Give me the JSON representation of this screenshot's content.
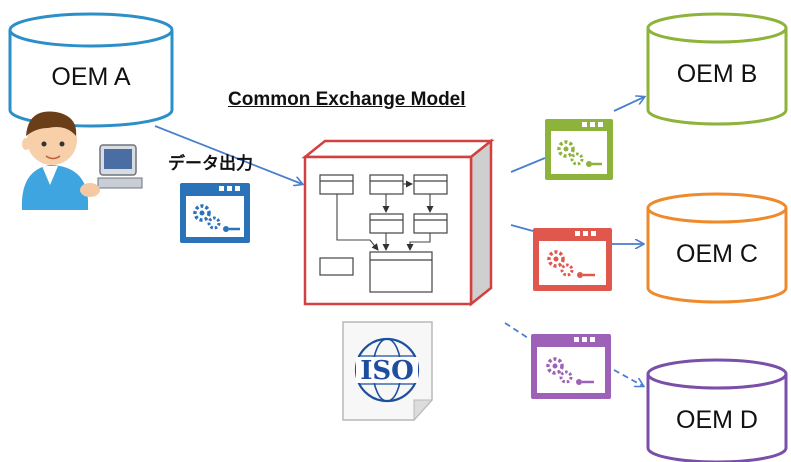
{
  "source": {
    "label": "OEM A"
  },
  "model": {
    "title": "Common Exchange Model"
  },
  "export_label": "データ出力",
  "standard": {
    "logo_text": "ISO"
  },
  "targets": [
    {
      "label": "OEM B",
      "color": "#8db33a"
    },
    {
      "label": "OEM C",
      "color": "#ee8a2c"
    },
    {
      "label": "OEM D",
      "color": "#7b4fa8"
    }
  ],
  "colors": {
    "source": "#2d8fc8",
    "model_box": "#d24040",
    "arrow": "#4a7ed0",
    "export_window": "#2a73b8",
    "window_b": "#8db33a",
    "window_c": "#e0584d",
    "window_d": "#9d62b8"
  },
  "icons": {
    "person": "person-at-computer-icon",
    "window": "gear-key-window-icon",
    "logo": "iso-document-icon"
  }
}
